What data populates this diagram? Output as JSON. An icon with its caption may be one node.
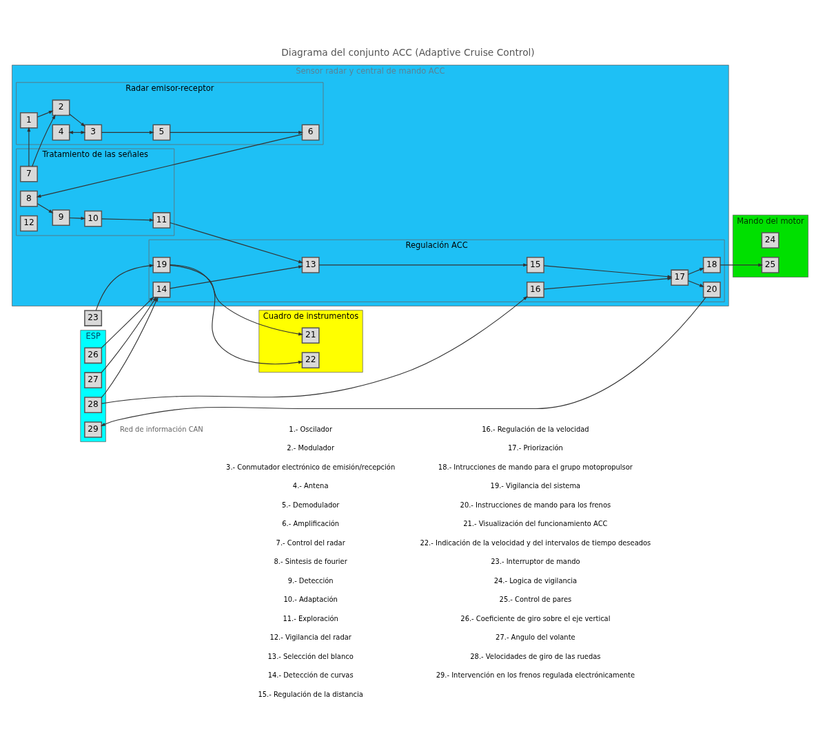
{
  "diagram": {
    "title": "Diagrama del conjunto ACC (Adaptive Cruise Control)",
    "nodes": [
      {
        "text": [
          "Sensor radar y central de mando ACC"
        ]
      },
      {
        "text": [
          "Radar emisor-receptor"
        ],
        "in": 0
      },
      {
        "text": [
          "1"
        ],
        "in": 1
      },
      {
        "text": [
          "2"
        ],
        "in": 1
      },
      {
        "text": [
          "3"
        ],
        "in": 1
      },
      {
        "text": [
          "4"
        ],
        "in": 1
      },
      {
        "text": [
          "5"
        ],
        "in": 1
      },
      {
        "text": [
          "6"
        ],
        "in": 1
      },
      {
        "text": [
          "Tratamiento de las señales"
        ],
        "in": 0
      },
      {
        "text": [
          "7"
        ],
        "in": 8
      },
      {
        "text": [
          "8"
        ],
        "in": 8
      },
      {
        "text": [
          "9"
        ],
        "in": 8
      },
      {
        "text": [
          "10"
        ],
        "in": 8
      },
      {
        "text": [
          "11"
        ],
        "in": 8
      },
      {
        "text": [
          "12"
        ],
        "in": 8
      },
      {
        "text": [
          "Regulación ACC"
        ],
        "in": 0
      },
      {
        "text": [
          "13"
        ],
        "in": 15
      },
      {
        "text": [
          "14"
        ],
        "in": 15
      },
      {
        "text": [
          "15"
        ],
        "in": 15
      },
      {
        "text": [
          "16"
        ],
        "in": 15
      },
      {
        "text": [
          "17"
        ],
        "in": 15
      },
      {
        "text": [
          "18"
        ],
        "in": 15
      },
      {
        "text": [
          "19"
        ],
        "in": 15
      },
      {
        "text": [
          "20"
        ],
        "in": 15
      },
      {
        "text": [
          "Cuadro de instrumentos"
        ]
      },
      {
        "text": [
          "21"
        ],
        "in": 24
      },
      {
        "text": [
          "22"
        ],
        "in": 24
      },
      {
        "text": [
          "23"
        ]
      },
      {
        "text": [
          "Mando del motor"
        ]
      },
      {
        "text": [
          "24"
        ],
        "in": 28
      },
      {
        "text": [
          "25"
        ],
        "in": 28
      },
      {
        "text": [
          "ESP"
        ]
      },
      {
        "text": [
          "26"
        ],
        "in": 31
      },
      {
        "text": [
          "27"
        ],
        "in": 31
      },
      {
        "text": [
          "28"
        ],
        "in": 31
      },
      {
        "text": [
          "29"
        ],
        "in": 31
      }
    ],
    "edges": [
      {
        "from": 9,
        "to": 2,
        "arrow": "to"
      },
      {
        "from": 2,
        "to": 3,
        "arrow": "to"
      },
      {
        "from": 3,
        "to": 4,
        "arrow": "to"
      },
      {
        "from": 5,
        "to": 4,
        "arrow": "both"
      },
      {
        "from": 4,
        "to": 6,
        "arrow": "to"
      },
      {
        "from": 6,
        "to": 7,
        "arrow": "to"
      },
      {
        "from": 9,
        "to": 3,
        "arrow": "to"
      },
      {
        "from": 7,
        "to": 10,
        "arrow": "to"
      },
      {
        "from": 10,
        "to": 11,
        "arrow": "to"
      },
      {
        "from": 11,
        "to": 12,
        "arrow": "to"
      },
      {
        "from": 12,
        "to": 13,
        "arrow": "to"
      },
      {
        "from": 13,
        "to": 16,
        "arrow": "to"
      },
      {
        "from": 17,
        "to": 16,
        "arrow": "to"
      },
      {
        "from": 16,
        "to": 18,
        "arrow": "to"
      },
      {
        "from": 18,
        "to": 20,
        "arrow": "to"
      },
      {
        "from": 19,
        "to": 20,
        "arrow": "to"
      },
      {
        "from": 20,
        "to": 21,
        "arrow": "to"
      },
      {
        "from": 20,
        "to": 23,
        "arrow": "to"
      },
      {
        "from": 32,
        "to": 17,
        "arrow": "to"
      },
      {
        "from": 33,
        "to": 17,
        "arrow": "to"
      },
      {
        "from": 34,
        "to": 17,
        "arrow": "to"
      },
      {
        "from": 34,
        "to": 19,
        "arrow": "to"
      },
      {
        "from": 23,
        "to": 35,
        "arrow": "to"
      },
      {
        "from": 21,
        "to": 30,
        "arrow": "to"
      },
      {
        "from": 27,
        "to": 22,
        "arrow": "to"
      },
      {
        "from": 22,
        "to": 25,
        "arrow": "to"
      },
      {
        "from": 22,
        "to": 26,
        "arrow": "to"
      }
    ],
    "labels": [
      "Red de información CAN",
      "1.- Oscilador",
      "2.- Modulador",
      "3.- Conmutador electrónico de emisión/recepción",
      "4.- Antena",
      "5.- Demodulador",
      "6.- Amplificación",
      "7.- Control del radar",
      "8.- Sintesis de fourier",
      "9.- Detección",
      "10.- Adaptación",
      "11.- Exploración",
      "12.- Vigilancia del radar",
      "13.- Selección del blanco",
      "14.- Detección de curvas",
      "15.- Regulación de la distancia",
      "16.- Regulación de la velocidad",
      "17.- Priorización",
      "18.- Intrucciones de mando para el grupo motopropulsor",
      "19.- Vigilancia del sistema",
      "20.- Instrucciones de mando para los frenos",
      "21.- Visualización del funcionamiento ACC",
      "22.- Indicación de la velocidad y del intervalos de tiempo deseados",
      "23.- Interruptor de mando",
      "24.- Logica de vigilancia",
      "25.- Control de pares",
      "26.- Coeficiente de giro sobre el eje vertical",
      "27.- Angulo del volante",
      "28.- Velocidades de giro de las ruedas",
      "29.- Intervención en los frenos regulada electrónicamente"
    ]
  }
}
